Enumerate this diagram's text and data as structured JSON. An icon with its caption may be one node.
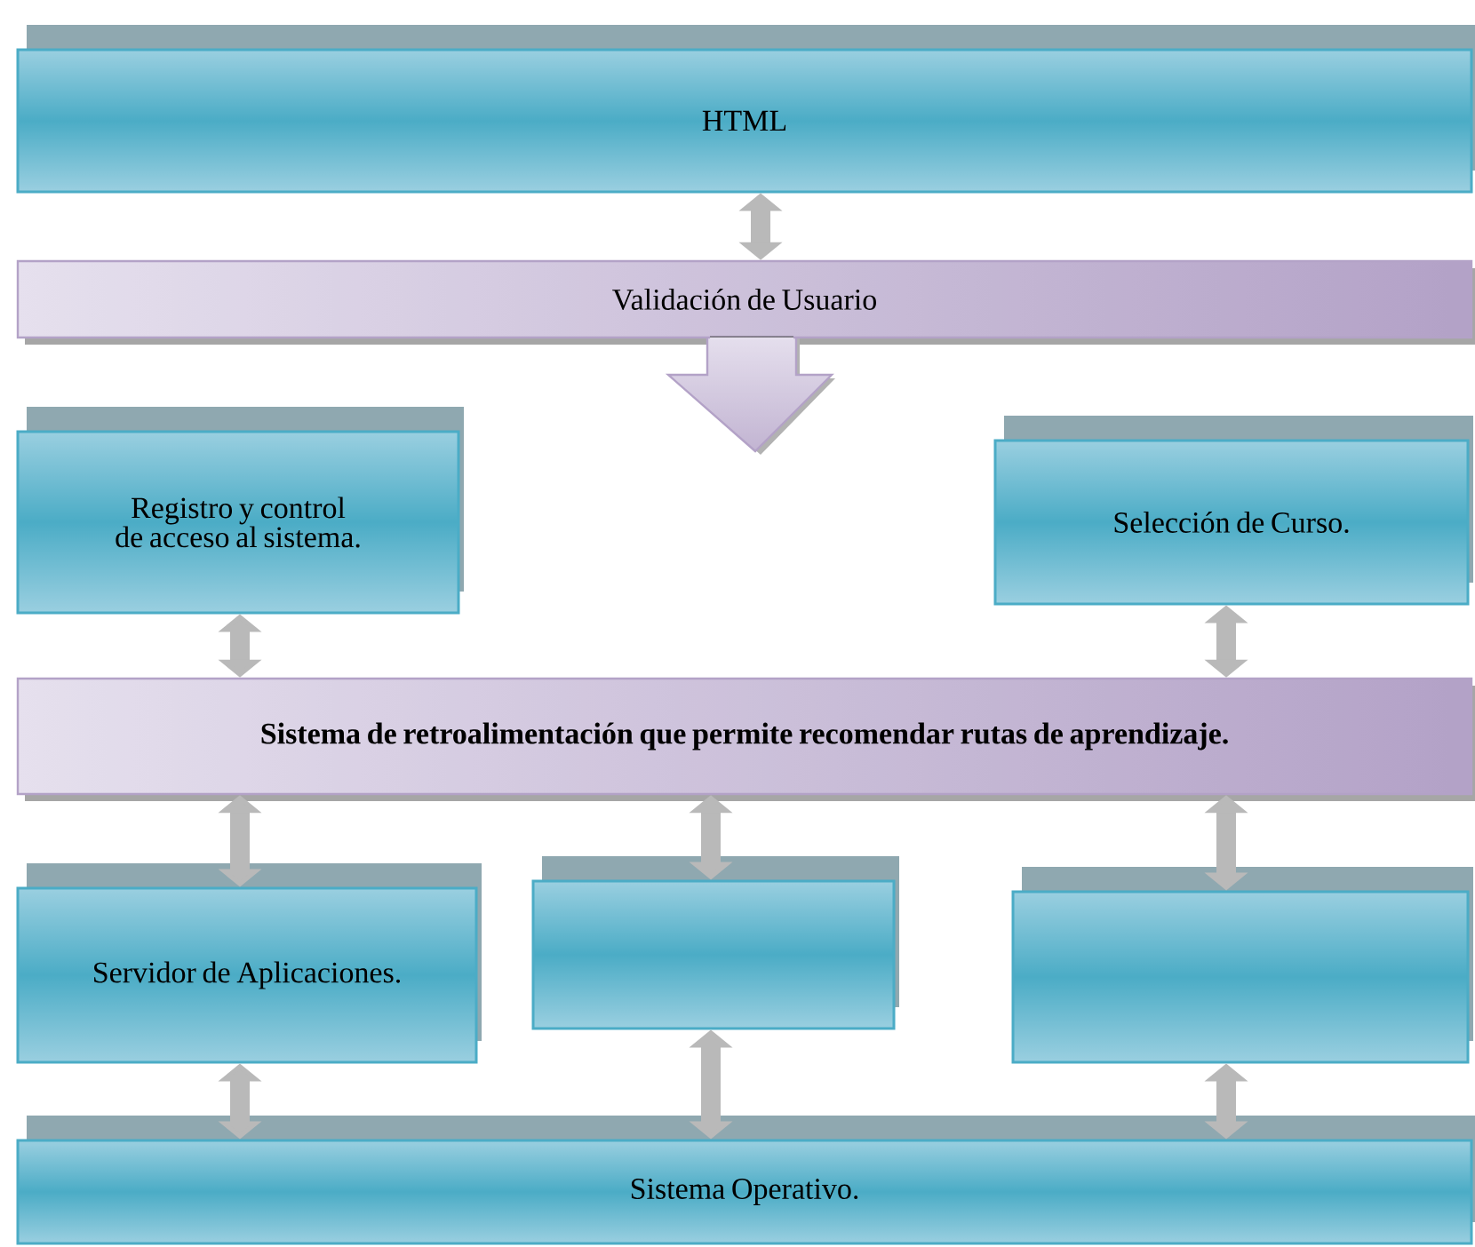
{
  "diagram": {
    "nodes": [
      {
        "text": [
          "HTML"
        ]
      },
      {
        "text": [
          "Validación de Usuario"
        ]
      },
      {
        "text": [
          "Registro y control de acceso al sistema."
        ]
      },
      {
        "text": [
          "Selección de Curso."
        ]
      },
      {
        "text": [
          "Sistema de retroalimentación que permite recomendar rutas de aprendizaje."
        ]
      },
      {
        "text": [
          "Servidor de Aplicaciones."
        ]
      },
      {
        "text": [],
        "shape": "box"
      },
      {
        "text": [],
        "shape": "box"
      },
      {
        "text": [
          "Sistema Operativo."
        ]
      }
    ],
    "edges": [
      {
        "from": 0,
        "to": 1,
        "arrow": "both"
      },
      {
        "from": 2,
        "to": 4,
        "arrow": "both"
      },
      {
        "from": 3,
        "to": 4,
        "arrow": "both"
      },
      {
        "from": 4,
        "to": 5,
        "arrow": "both"
      },
      {
        "from": 4,
        "to": 6,
        "arrow": "both"
      },
      {
        "from": 4,
        "to": 7,
        "arrow": "both"
      },
      {
        "from": 5,
        "to": 8,
        "arrow": "both"
      },
      {
        "from": 6,
        "to": 8,
        "arrow": "both"
      },
      {
        "from": 7,
        "to": 8,
        "arrow": "both"
      }
    ]
  }
}
